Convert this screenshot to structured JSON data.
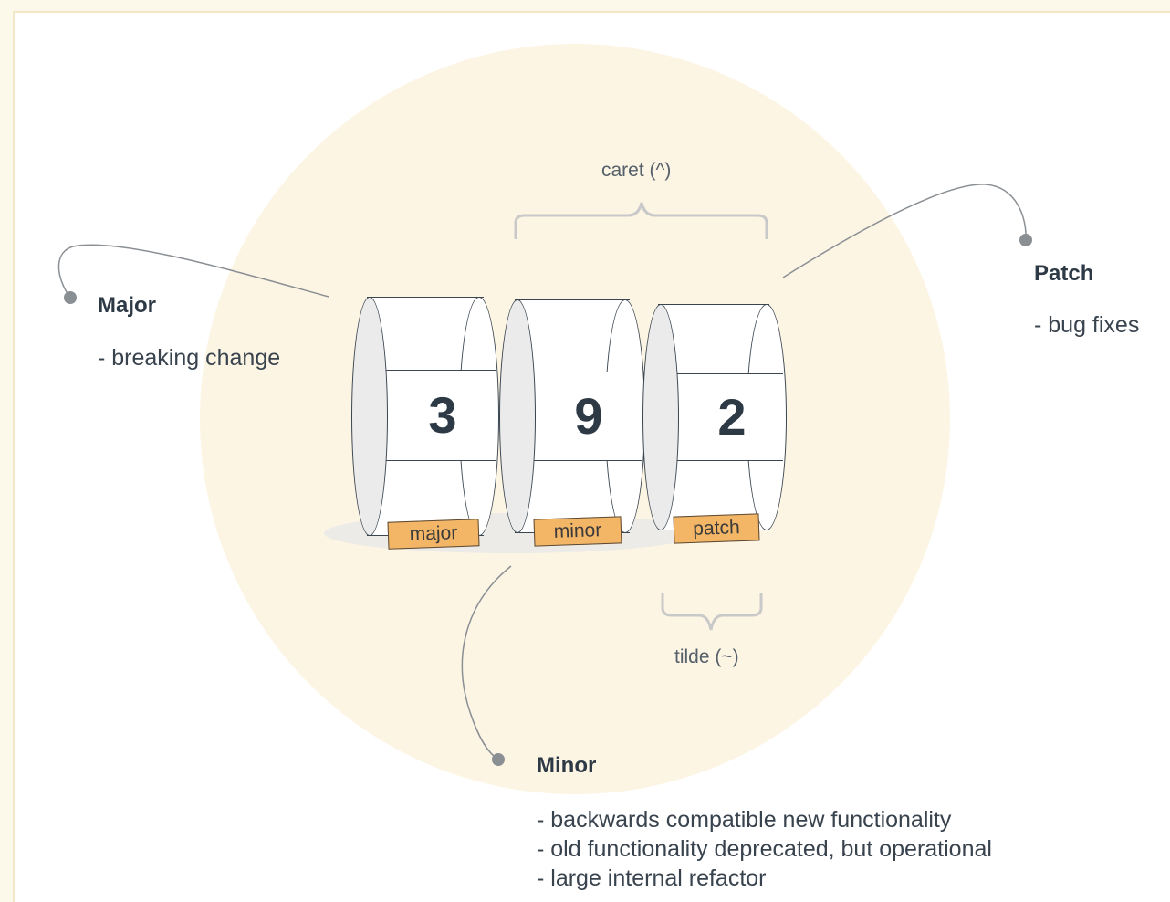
{
  "version_parts": [
    {
      "digit": "3",
      "tag": "major"
    },
    {
      "digit": "9",
      "tag": "minor"
    },
    {
      "digit": "2",
      "tag": "patch"
    }
  ],
  "brackets": {
    "caret": "caret (^)",
    "tilde": "tilde (~)"
  },
  "callouts": {
    "major": {
      "heading": "Major",
      "items": [
        "- breaking change"
      ]
    },
    "patch": {
      "heading": "Patch",
      "items": [
        "- bug fixes"
      ]
    },
    "minor": {
      "heading": "Minor",
      "items": [
        "- backwards compatible new functionality",
        "- old functionality deprecated, but operational",
        "- large internal refactor"
      ]
    }
  },
  "colors": {
    "tag_fill": "#f3b566",
    "circle_fill": "#fdf5e4",
    "text_dark": "#2d3a46",
    "connector": "#8a8f94"
  }
}
